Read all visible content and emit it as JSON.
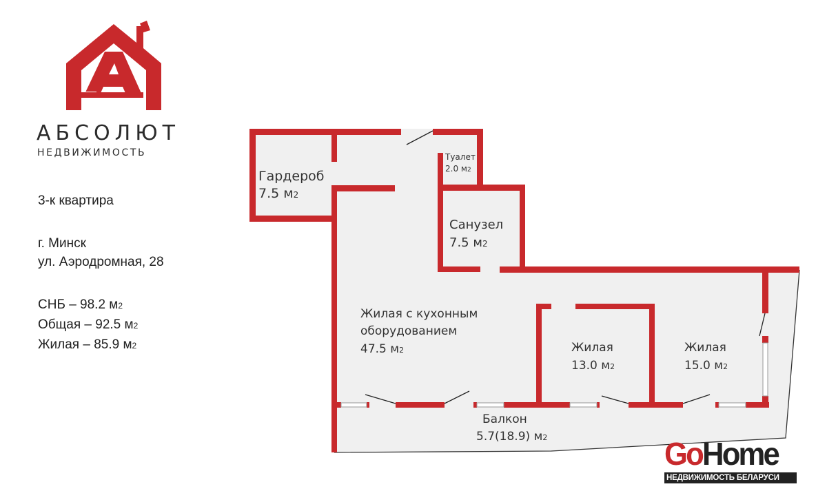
{
  "brand": {
    "name": "АБСОЛЮТ",
    "subtitle": "НЕДВИЖИМОСТЬ",
    "color": "#c8292c"
  },
  "listing": {
    "type": "3-к квартира",
    "city": "г. Минск",
    "street": "ул. Аэродромная, 28",
    "areas": [
      {
        "label": "СНБ – 98.2 м",
        "sup": "2"
      },
      {
        "label": "Общая – 92.5 м",
        "sup": "2"
      },
      {
        "label": "Жилая – 85.9 м",
        "sup": "2"
      }
    ]
  },
  "rooms": {
    "wardrobe": {
      "name": "Гардероб",
      "area": "7.5 м",
      "sup": "2"
    },
    "toilet": {
      "name": "Туалет",
      "area": "2.0 м",
      "sup": "2"
    },
    "bathroom": {
      "name": "Санузел",
      "area": "7.5 м",
      "sup": "2"
    },
    "living_kitchen": {
      "name1": "Жилая с кухонным",
      "name2": "оборудованием",
      "area": "47.5 м",
      "sup": "2"
    },
    "bedroom1": {
      "name": "Жилая",
      "area": "13.0 м",
      "sup": "2"
    },
    "bedroom2": {
      "name": "Жилая",
      "area": "15.0 м",
      "sup": "2"
    },
    "balcony": {
      "name": "Балкон",
      "area": "5.7(18.9) м",
      "sup": "2"
    }
  },
  "watermark": {
    "go": "Go",
    "home": "Home",
    "tagline": "НЕДВИЖИМОСТЬ БЕЛАРУСИ"
  },
  "colors": {
    "wall": "#c8292c",
    "floor": "#f0f0f0"
  }
}
